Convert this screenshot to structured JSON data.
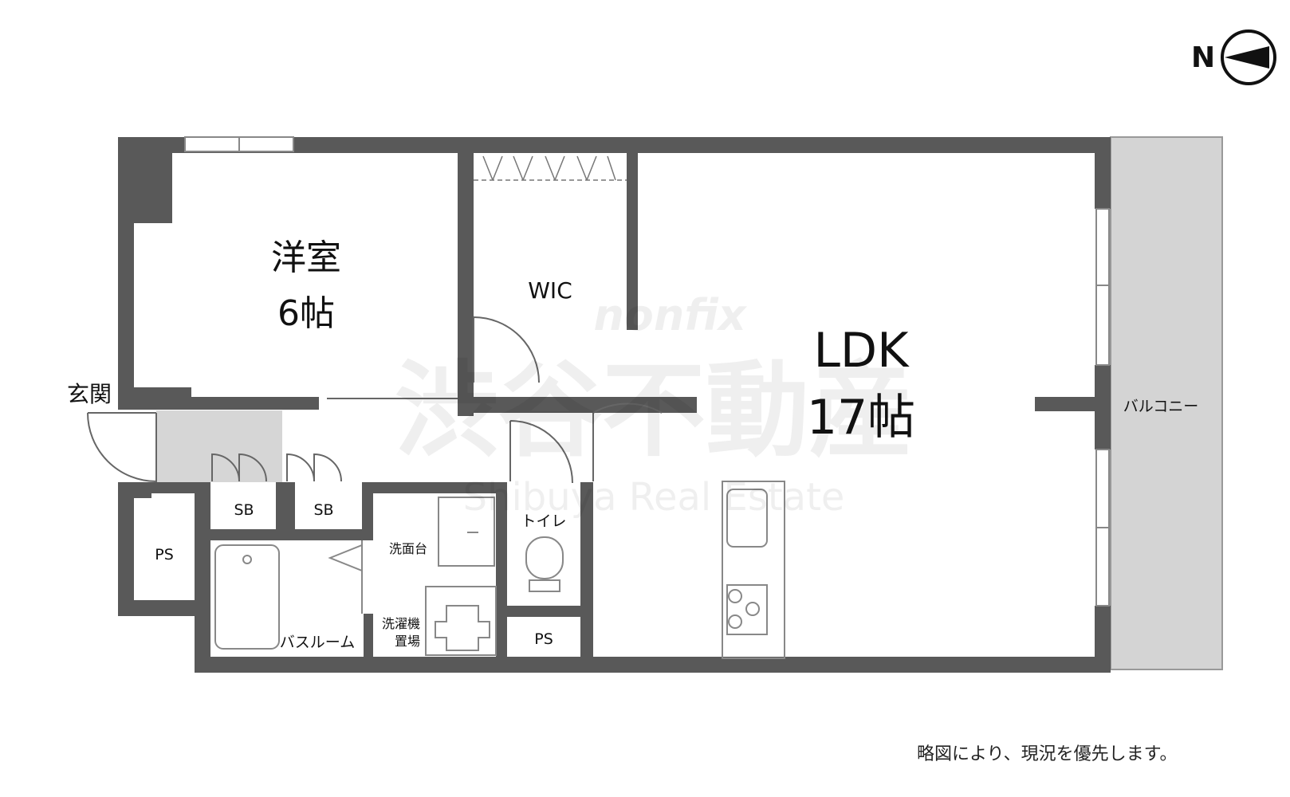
{
  "rooms": {
    "western_room": {
      "name": "洋室",
      "size": "6帖"
    },
    "wic": "WIC",
    "ldk": {
      "name": "LDK",
      "size": "17帖"
    },
    "entrance": "玄関",
    "balcony": "バルコニー",
    "shoebox_1": "SB",
    "shoebox_2": "SB",
    "ps_left": "PS",
    "ps_bottom": "PS",
    "bathroom": "バスルーム",
    "washbasin": "洗面台",
    "laundry": "洗濯機置場",
    "laundry_line1": "洗濯機",
    "laundry_line2": "置場",
    "toilet": "トイレ"
  },
  "compass": {
    "letter": "N",
    "direction": "west"
  },
  "watermark": {
    "brand": "nonfix",
    "company": "渋谷不動産",
    "company_en": "Shibuya Real Estate"
  },
  "note": "略図により、現況を優先します。",
  "colors": {
    "wall": "#595959",
    "floor_shade": "#d6d6d6",
    "balcony": "#d4d4d4",
    "fixture": "#888888"
  }
}
